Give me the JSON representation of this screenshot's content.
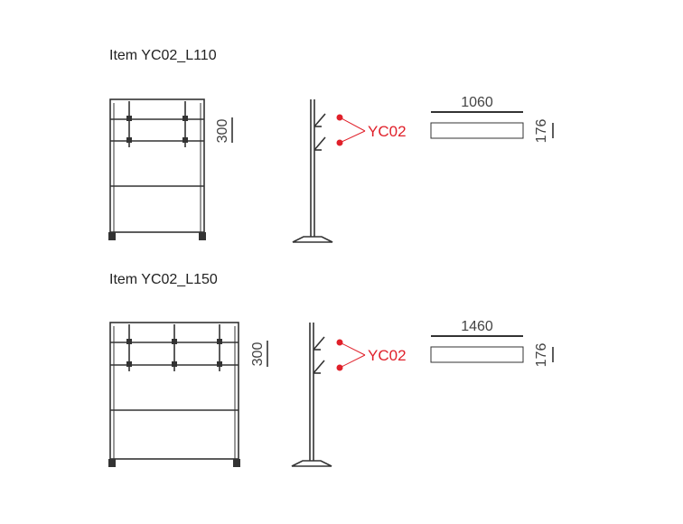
{
  "items": [
    {
      "title": "Item YC02_L110",
      "height_dim": "300",
      "width_dim": "1060",
      "depth_dim": "176",
      "callout_label": "YC02",
      "bays": 2
    },
    {
      "title": "Item YC02_L150",
      "height_dim": "300",
      "width_dim": "1460",
      "depth_dim": "176",
      "callout_label": "YC02",
      "bays": 3
    }
  ],
  "colors": {
    "line": "#333333",
    "callout": "#e0202a"
  }
}
